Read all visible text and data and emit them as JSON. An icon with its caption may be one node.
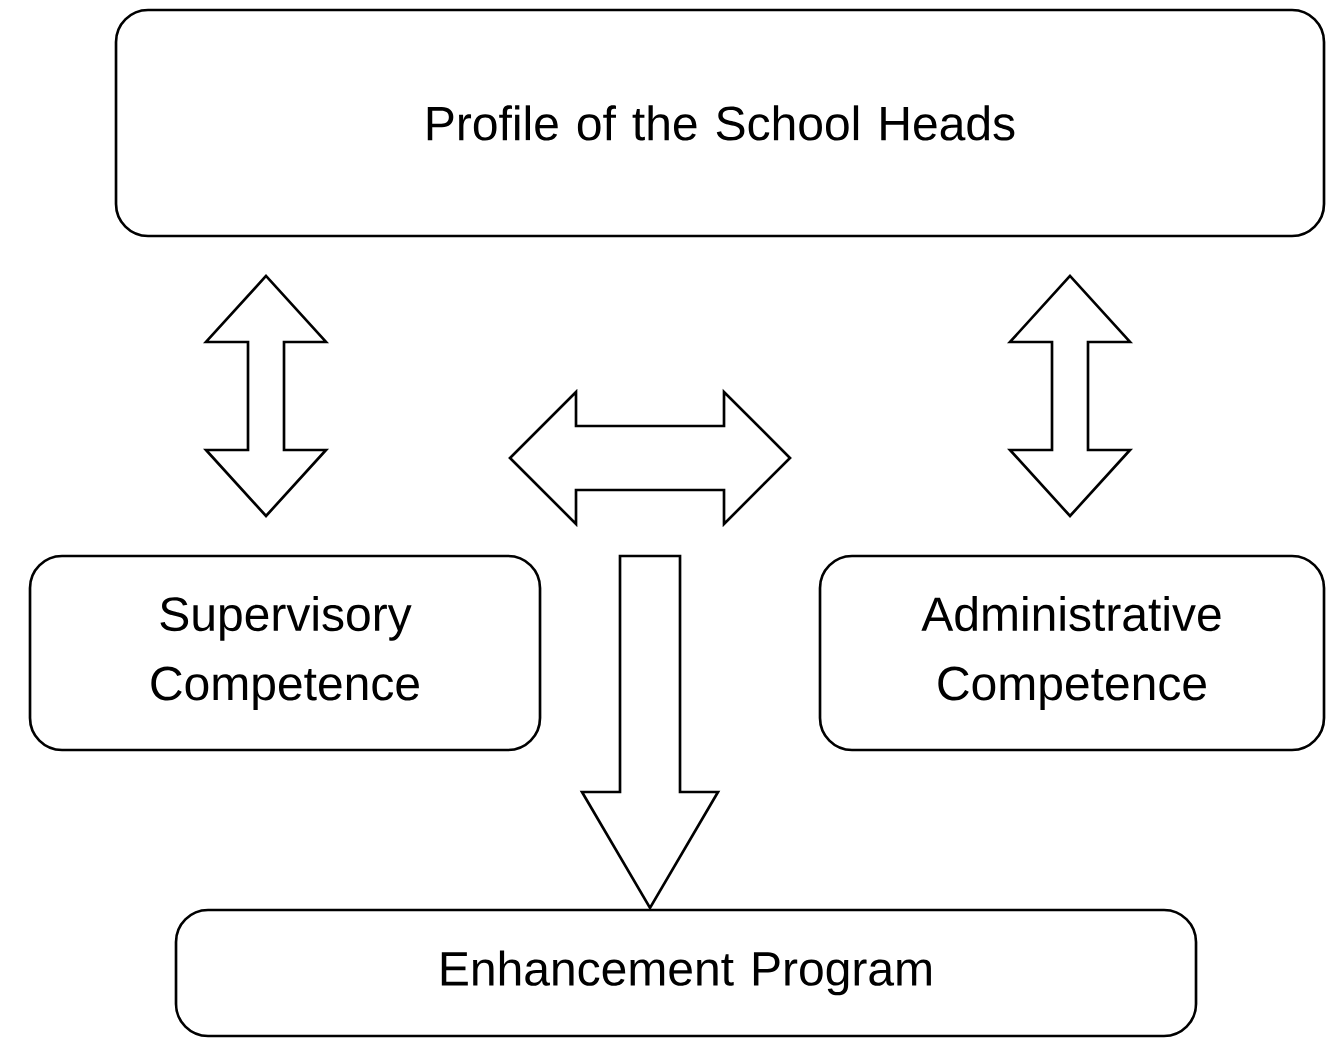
{
  "diagram": {
    "nodes": [
      {
        "text": [
          "Profile of the School Heads"
        ]
      },
      {
        "text": [
          "Supervisory Competence"
        ]
      },
      {
        "text": [
          "Administrative Competence"
        ]
      },
      {
        "text": [
          "Enhancement Program"
        ]
      }
    ],
    "edges": [
      {
        "from": 0,
        "to": 1,
        "arrow": "both"
      },
      {
        "from": 0,
        "to": 2,
        "arrow": "both"
      },
      {
        "from": 1,
        "to": 2,
        "arrow": "both"
      },
      {
        "from": null,
        "to": 3,
        "arrow": "to"
      }
    ]
  }
}
